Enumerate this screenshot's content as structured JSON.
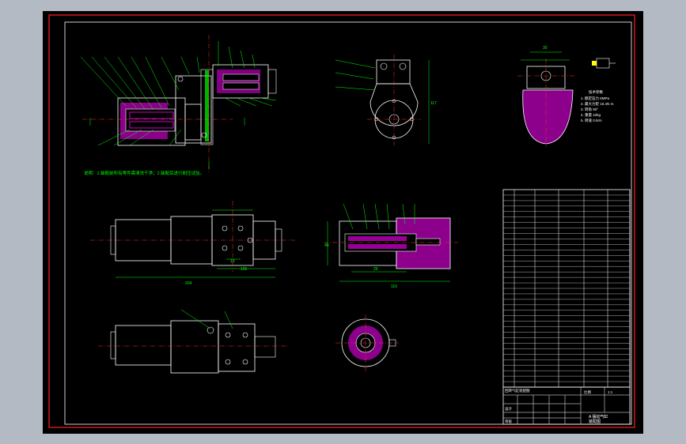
{
  "window": {
    "background_color": "#b4bac4"
  },
  "drawing": {
    "background_color": "#000000",
    "frame_color": "#ff2020",
    "line_color": "#ffffff",
    "section_color": "#ff00ff",
    "dimension_color": "#00ff00",
    "center_color": "#ff3030",
    "note_color": "#00ff00",
    "dims": {
      "w30": "30",
      "w117": "117",
      "w116": "116",
      "w29": "29",
      "w40": "40",
      "w105": "105",
      "w19": "19",
      "w204": "204"
    },
    "specs_title": "技术参数",
    "specs": [
      "1. 额定压力   6MPa",
      "2. 最大力矩   16.4N·m",
      "3. 转角       90°",
      "4. 重量       22kg",
      "5. 转速      0.5r/s"
    ],
    "note": "说明：1.装配前所有零件需清洗干净；2.装配后进行耐压试验。",
    "parts_count": 36,
    "title_block": {
      "name_line1": "A 摆动气缸",
      "name_line2": "装配图",
      "mid_text": "回转气缸装配图",
      "scale_label": "比例",
      "scale_value": "1:1",
      "drawn": "设计",
      "checked": "审核"
    }
  }
}
